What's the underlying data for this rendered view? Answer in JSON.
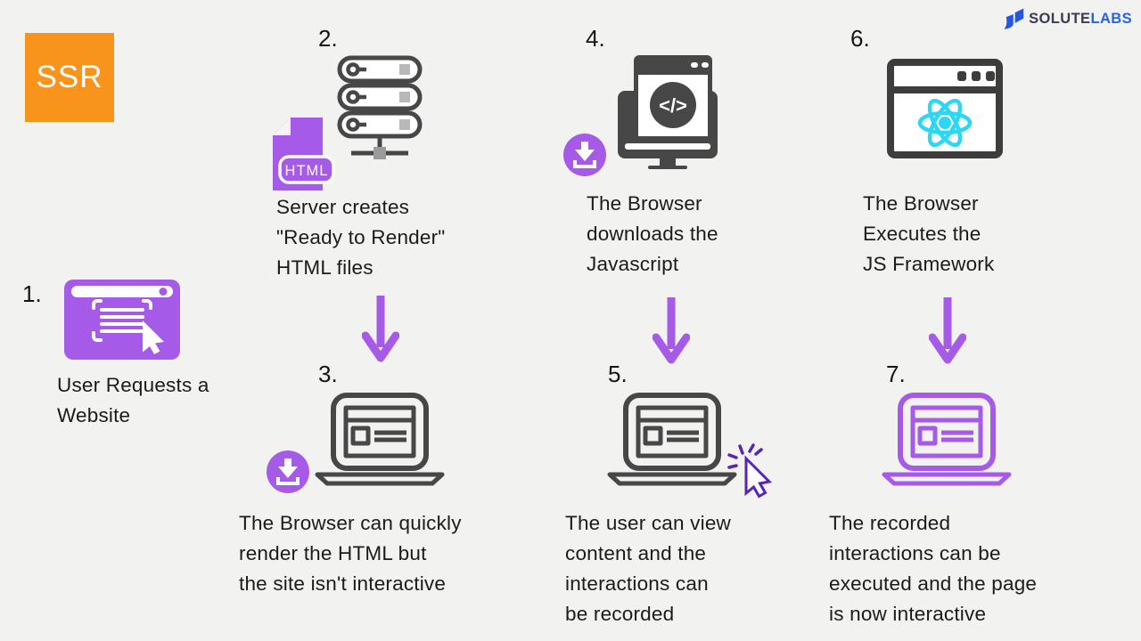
{
  "brand": {
    "ssr": "SSR",
    "logo": {
      "solute": "SOLUTE",
      "labs": "LABS"
    }
  },
  "colors": {
    "background": "#f2f2f1",
    "accent_purple": "#a55be8",
    "icon_dark": "#474747",
    "orange": "#f8941c",
    "react_cyan": "#2bd7f4",
    "logo_blue": "#2456e8",
    "cursor_purple": "#5724b8",
    "text": "#1b1b1b"
  },
  "file_badge_label": "HTML",
  "code_glyph": "</>",
  "steps": [
    {
      "num": "1.",
      "icon": "browser-request-icon",
      "lines": [
        "User Requests a",
        "Website"
      ]
    },
    {
      "num": "2.",
      "icon": "server-html-icon",
      "lines": [
        "Server creates",
        "\"Ready to Render\"",
        "HTML files"
      ]
    },
    {
      "num": "3.",
      "icon": "laptop-download-icon",
      "lines": [
        "The Browser can quickly",
        "render the HTML but",
        "the site isn't interactive"
      ]
    },
    {
      "num": "4.",
      "icon": "browser-code-download-icon",
      "lines": [
        "The Browser",
        "downloads the",
        "Javascript"
      ]
    },
    {
      "num": "5.",
      "icon": "laptop-click-icon",
      "lines": [
        "The user can view",
        "content and the",
        "interactions can",
        "be recorded"
      ]
    },
    {
      "num": "6.",
      "icon": "browser-react-icon",
      "lines": [
        "The Browser",
        "Executes the",
        "JS Framework"
      ]
    },
    {
      "num": "7.",
      "icon": "laptop-interactive-icon",
      "lines": [
        "The recorded",
        "interactions can be",
        "executed and the page",
        "is now interactive"
      ]
    }
  ]
}
